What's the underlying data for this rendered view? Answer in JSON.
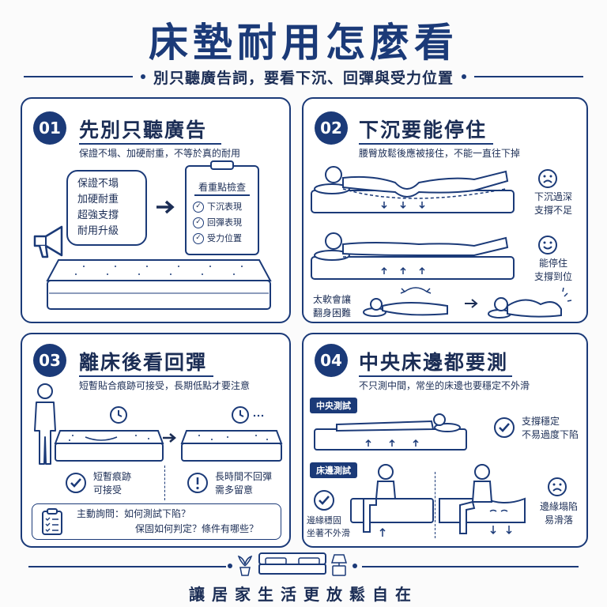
{
  "header": {
    "title": "床墊耐用怎麼看",
    "subtitle": "別只聽廣告詞，要看下沉、回彈與受力位置"
  },
  "panel1": {
    "number": "01",
    "title": "先別只聽廣告",
    "desc": "保證不塌、加硬耐重，不等於真的耐用",
    "claims": [
      "保證不塌",
      "加硬耐重",
      "超強支撐",
      "耐用升級"
    ],
    "checklist_title": "看重點檢查",
    "checklist_items": [
      "下沉表現",
      "回彈表現",
      "受力位置"
    ]
  },
  "panel2": {
    "number": "02",
    "title": "下沉要能停住",
    "desc": "腰臀放鬆後應被接住，不能一直往下掉",
    "bad_label_1": "下沉過深",
    "bad_label_2": "支撐不足",
    "good_label_1": "能停住",
    "good_label_2": "支撐到位",
    "soft_label_1": "太軟會讓",
    "soft_label_2": "翻身困難"
  },
  "panel3": {
    "number": "03",
    "title": "離床後看回彈",
    "desc": "短暫貼合痕跡可接受，長期低點才要注意",
    "ok_label_1": "短暫痕跡",
    "ok_label_2": "可接受",
    "warn_label_1": "長時間不回彈",
    "warn_label_2": "需多留意",
    "ask_label": "主動詢問：如何測試下陷？",
    "ask_question": "保固如何判定？條件有哪些？"
  },
  "panel4": {
    "number": "04",
    "title": "中央床邊都要測",
    "desc": "不只測中間，常坐的床邊也要穩定不外滑",
    "center_tag": "中央測試",
    "center_label_1": "支撐穩定",
    "center_label_2": "不易過度下陷",
    "edge_tag": "床邊測試",
    "edge_good_1": "邊緣穩固",
    "edge_good_2": "坐著不外滑",
    "edge_bad_1": "邊緣塌陷",
    "edge_bad_2": "易滑落"
  },
  "footer": {
    "text": "讓居家生活更放鬆自在"
  },
  "colors": {
    "primary": "#1b3a78",
    "text": "#1b2d55",
    "background": "#fbfbfb"
  },
  "icons": [
    "megaphone-icon",
    "clipboard-icon",
    "check-icon",
    "arrow-right-icon",
    "sad-face-icon",
    "happy-face-icon",
    "clock-icon",
    "exclamation-icon",
    "plant-icon",
    "bed-icon",
    "lamp-icon"
  ]
}
